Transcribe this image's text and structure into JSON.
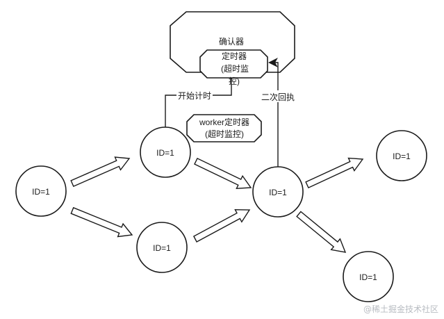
{
  "confirmer": {
    "label": "确认器"
  },
  "confirmer_timer": {
    "lines": [
      "定时器",
      "(超时监",
      "控)"
    ]
  },
  "worker_timer": {
    "lines": [
      "worker定时器",
      "(超时监控)"
    ]
  },
  "edge_labels": {
    "start_timing": "开始计时",
    "second_callback": "二次回执"
  },
  "nodes": {
    "left": "ID=1",
    "top_mid": "ID=1",
    "bottom_mid": "ID=1",
    "center": "ID=1",
    "top_right": "ID=1",
    "bottom_right": "ID=1"
  },
  "watermark": "@稀土掘金技术社区",
  "colors": {
    "stroke": "#1a1a1a",
    "fill": "#ffffff",
    "watermark": "#b8bcc2"
  }
}
